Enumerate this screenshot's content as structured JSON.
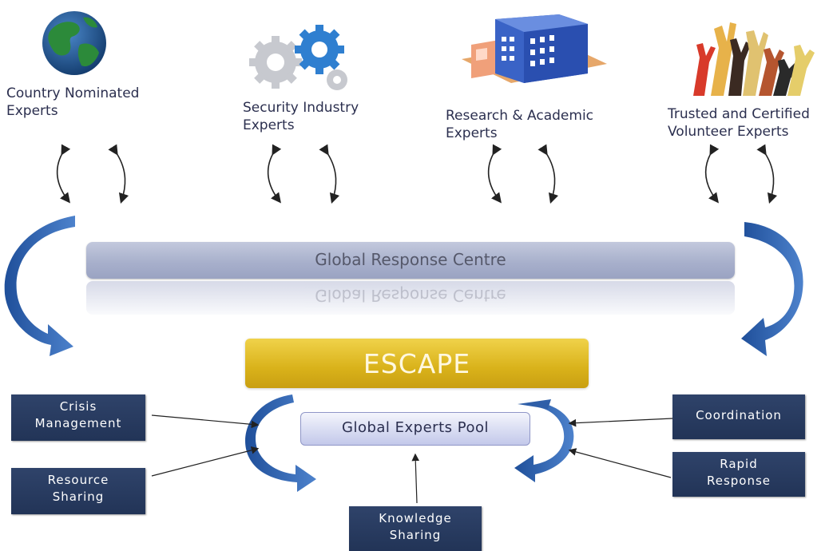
{
  "groups": [
    {
      "line1": "Country Nominated",
      "line2": "Experts",
      "icon": "globe-icon"
    },
    {
      "line1": "Security Industry",
      "line2": "Experts",
      "icon": "gears-icon"
    },
    {
      "line1": "Research & Academic",
      "line2": "Experts",
      "icon": "building-icon"
    },
    {
      "line1": "Trusted and Certified",
      "line2": "Volunteer Experts",
      "icon": "raised-hands-icon"
    }
  ],
  "centre": {
    "label": "Global Response Centre",
    "reflection": "Global Response Centre"
  },
  "escape": {
    "label": "ESCAPE"
  },
  "pool": {
    "label": "Global Experts Pool"
  },
  "functions": {
    "crisis": {
      "line1": "Crisis",
      "line2": "Management"
    },
    "resource": {
      "line1": "Resource",
      "line2": "Sharing"
    },
    "knowledge": {
      "line1": "Knowledge",
      "line2": "Sharing"
    },
    "coordination": {
      "line1": "Coordination"
    },
    "rapid": {
      "line1": "Rapid",
      "line2": "Response"
    }
  },
  "colors": {
    "box": "#223457",
    "escape": "#d9b21a",
    "arrow": "#2f5fa8",
    "bar": "#a8b0cc"
  }
}
